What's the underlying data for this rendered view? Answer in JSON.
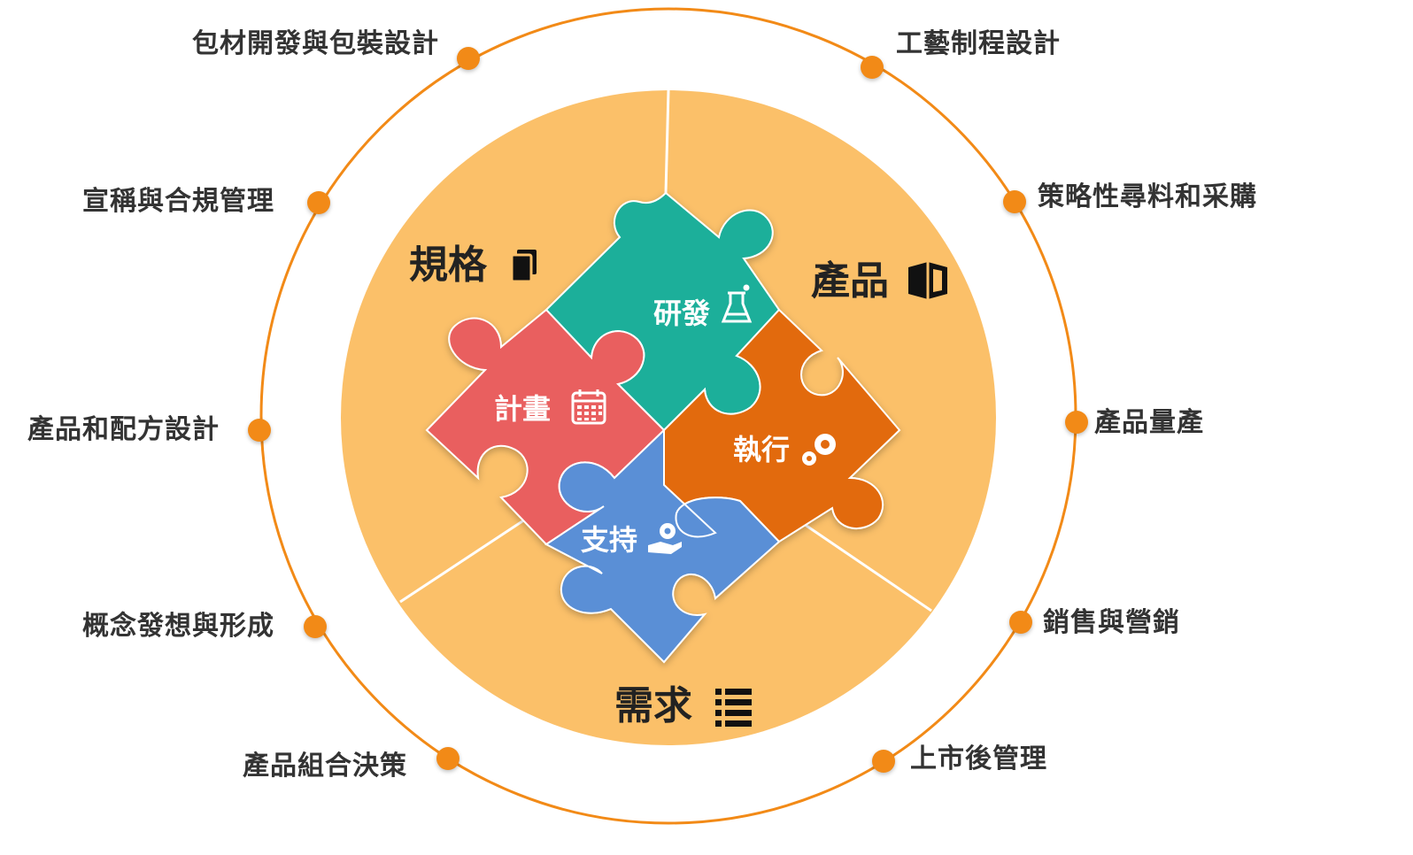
{
  "colors": {
    "ring": "#F28A17",
    "disc": "#FBC069",
    "divider": "#FFFFFF",
    "piece_rd": "#1CAF9A",
    "piece_plan": "#E95F5F",
    "piece_exec": "#E26A0E",
    "piece_support": "#5A8FD6",
    "quadrant_text": "#333333",
    "piece_text": "#FFFFFF"
  },
  "quadrants": {
    "spec": {
      "label": "規格",
      "icon": "documents-icon"
    },
    "product": {
      "label": "產品",
      "icon": "box-icon"
    },
    "demand": {
      "label": "需求",
      "icon": "list-icon"
    }
  },
  "pieces": {
    "rd": {
      "label": "研發",
      "icon": "flask-icon"
    },
    "plan": {
      "label": "計畫",
      "icon": "calendar-icon"
    },
    "exec": {
      "label": "執行",
      "icon": "gears-icon"
    },
    "support": {
      "label": "支持",
      "icon": "hand-gear-icon"
    }
  },
  "outer_items": {
    "left": [
      "包材開發與包裝設計",
      "宣稱與合規管理",
      "產品和配方設計",
      "概念發想與形成",
      "產品組合決策"
    ],
    "right": [
      "工藝制程設計",
      "策略性尋料和采購",
      "產品量產",
      "銷售與營銷",
      "上市後管理"
    ]
  }
}
